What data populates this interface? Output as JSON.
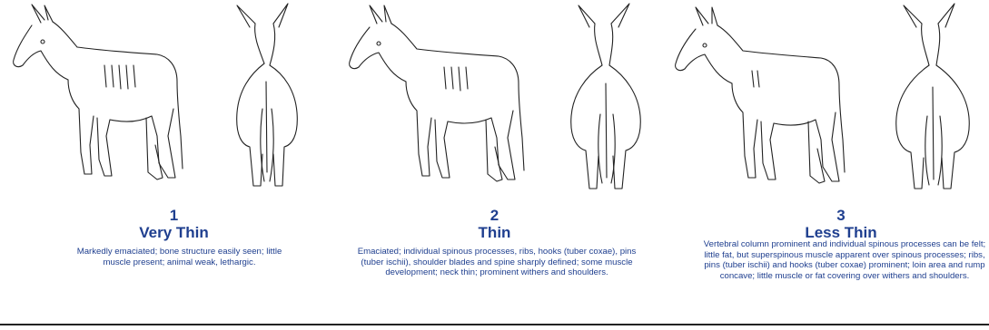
{
  "panels": [
    {
      "number": "1",
      "title": "Very Thin",
      "description": "Markedly emaciated; bone structure easily seen; little muscle present; animal weak, lethargic."
    },
    {
      "number": "2",
      "title": "Thin",
      "description": "Emaciated; individual spinous processes, ribs, hooks (tuber coxae), pins (tuber ischii), shoulder blades and spine sharply defined; some muscle development; neck thin; prominent withers and shoulders."
    },
    {
      "number": "3",
      "title": "Less Thin",
      "description": "Vertebral column prominent and individual spinous processes can be felt; little fat, but superspinous muscle apparent over spinous processes; ribs, pins (tuber ischii) and hooks (tuber coxae) prominent; loin area and rump concave; little muscle or fat covering over withers and shoulders."
    }
  ],
  "colors": {
    "caption": "#1f3f8f",
    "line": "#222222"
  }
}
